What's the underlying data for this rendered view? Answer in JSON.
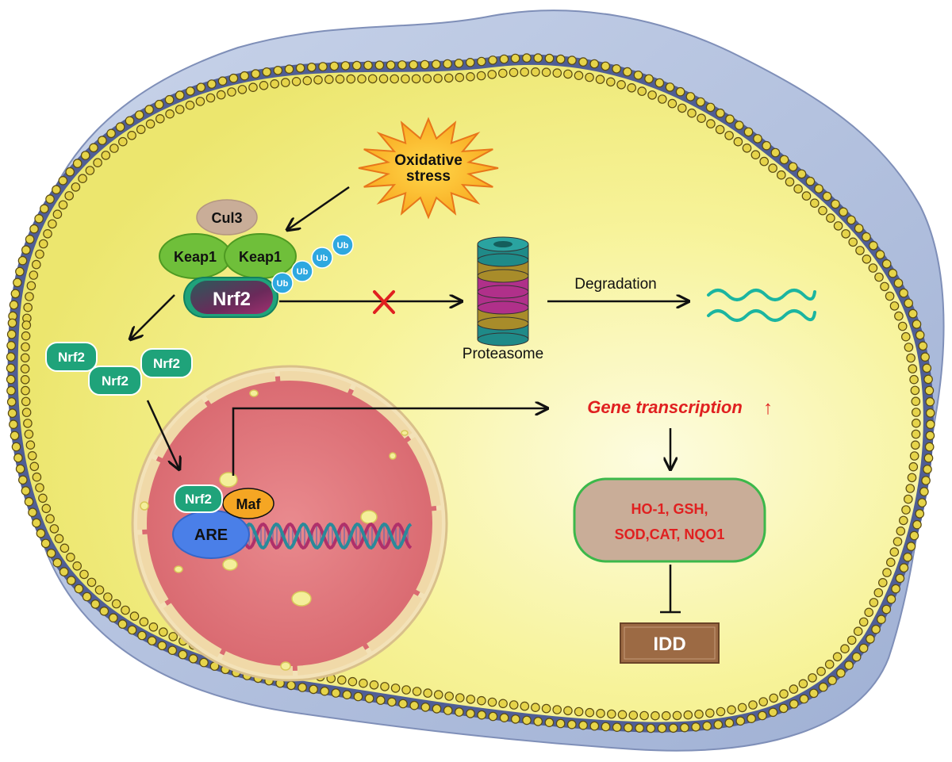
{
  "labels": {
    "stress_line1": "Oxidative",
    "stress_line2": "stress",
    "cul3": "Cul3",
    "keap1_left": "Keap1",
    "keap1_right": "Keap1",
    "ub": "Ub",
    "nrf2_complex": "Nrf2",
    "nrf2_free": "Nrf2",
    "nrf2_nuclear": "Nrf2",
    "maf": "Maf",
    "are": "ARE",
    "proteasome": "Proteasome",
    "degradation": "Degradation",
    "gene_transcription": "Gene transcription",
    "up_arrow": "↑",
    "products_line1": "HO-1, GSH,",
    "products_line2": "SOD,CAT, NQO1",
    "idd": "IDD"
  },
  "colors": {
    "cytoplasm": "#f7f39a",
    "outer_cell": "#b8c6e0",
    "membrane_bead": "#d9c83a",
    "nucleus": "#e07a80",
    "nrf2_green": "#1fa37a",
    "keap1_green": "#6fbf3a",
    "cul3_tan": "#c9ad98",
    "ub_blue": "#2ea8e0",
    "maf_orange": "#f5a623",
    "are_blue": "#4a7fe8",
    "red_text": "#e02020",
    "box_green_border": "#3cb84a",
    "idd_brown": "#9c6a44",
    "degraded_peptide": "#1bb5a0"
  }
}
